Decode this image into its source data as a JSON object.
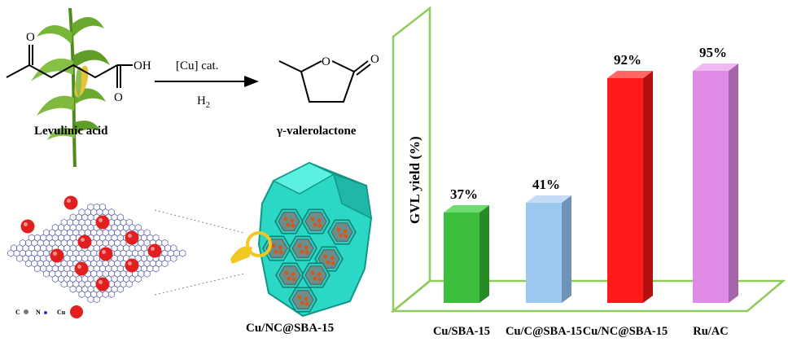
{
  "reaction": {
    "reactant_label": "Levulinic acid",
    "catalyst_label": "[Cu] cat.",
    "reagent_label": "H",
    "reagent_subscript": "2",
    "product_label": "γ-valerolactone",
    "atom_labels": {
      "ketone_o": "O",
      "acid_o": "O",
      "oh": "OH",
      "ring_o": "O",
      "carbonyl_o": "O"
    }
  },
  "material": {
    "label": "Cu/NC@SBA-15",
    "legend": {
      "c": "C",
      "n": "N",
      "cu": "Cu"
    }
  },
  "colors": {
    "copper": "#e0201f",
    "silica": "#3ee8d5",
    "pore": "#6e8c8a",
    "frame": "#8ccb5c",
    "carbon": "#777788",
    "nitrogen": "#2a3fb5"
  },
  "chart_data": {
    "type": "bar",
    "ylabel": "GVL yield (%)",
    "ylim": [
      0,
      100
    ],
    "categories": [
      "Cu/SBA-15",
      "Cu/C@SBA-15",
      "Cu/NC@SBA-15",
      "Ru/AC"
    ],
    "values": [
      37,
      41,
      92,
      95
    ],
    "value_labels": [
      "37%",
      "41%",
      "92%",
      "95%"
    ],
    "bar_colors": [
      "#3cbf3c",
      "#9cc7ef",
      "#ff1a1a",
      "#e08ce6"
    ],
    "bar_side_colors": [
      "#278a27",
      "#6f93b8",
      "#b51010",
      "#a565a9"
    ],
    "bar_top_colors": [
      "#6fdc6f",
      "#c4dcf6",
      "#ff6666",
      "#f1b9f3"
    ]
  }
}
